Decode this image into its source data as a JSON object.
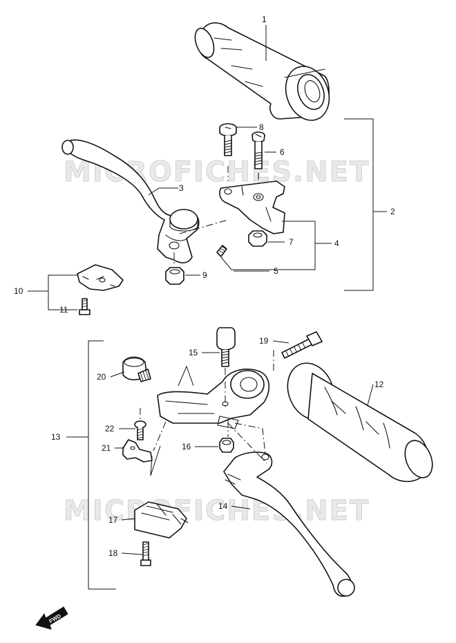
{
  "watermark": "MICROFICHES.NET",
  "fwd_label": "FWD",
  "callouts": {
    "c1": "1",
    "c2": "2",
    "c3": "3",
    "c4": "4",
    "c5": "5",
    "c6": "6",
    "c7": "7",
    "c8": "8",
    "c9": "9",
    "c10": "10",
    "c11": "11",
    "c12": "12",
    "c13": "13",
    "c14": "14",
    "c15": "15",
    "c16": "16",
    "c17": "17",
    "c18": "18",
    "c19": "19",
    "c20": "20",
    "c21": "21",
    "c22": "22"
  }
}
